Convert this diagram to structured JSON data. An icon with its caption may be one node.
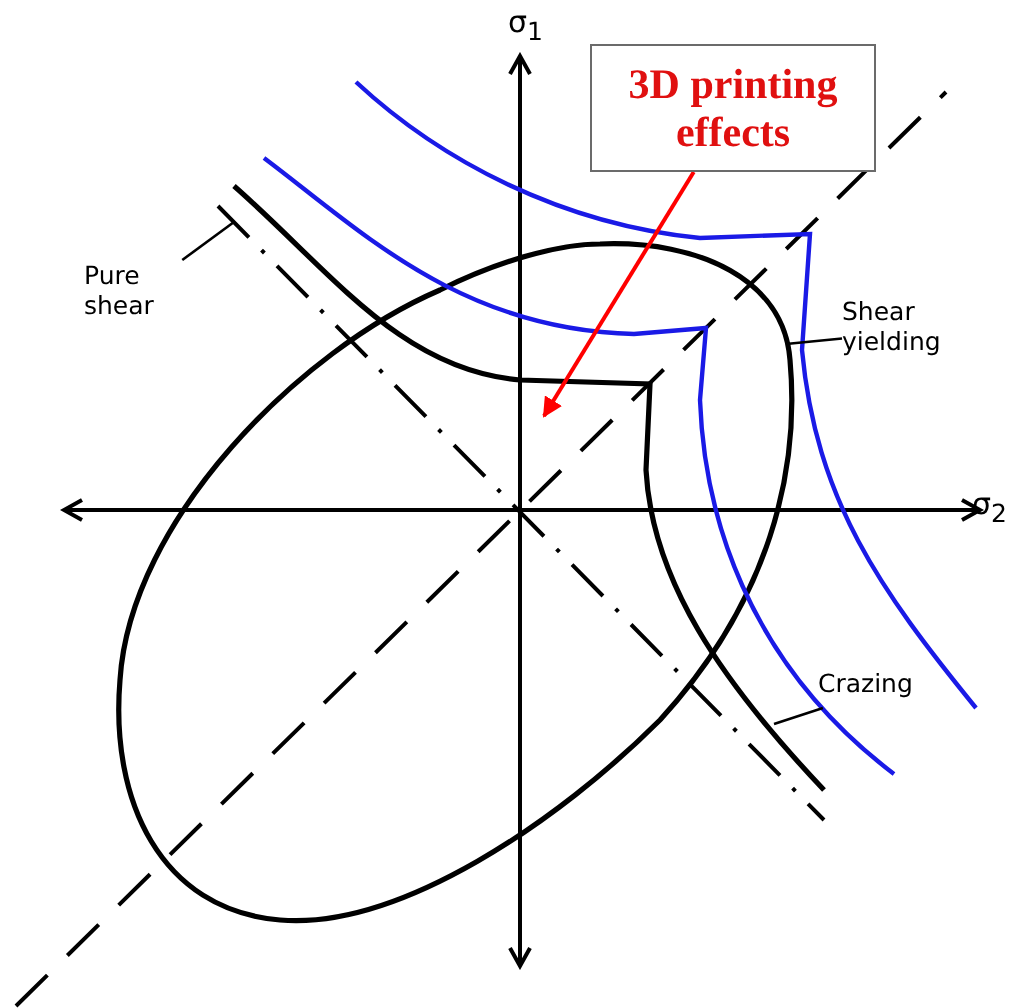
{
  "diagram": {
    "nodes": [
      {
        "text": [
          "3D printing effects"
        ]
      },
      {
        "text": [
          "Pure shear"
        ]
      },
      {
        "text": [
          "Shear yielding"
        ]
      },
      {
        "text": [
          "Crazing"
        ]
      }
    ],
    "edges": [
      {
        "from": 0,
        "to": null,
        "arrow": "to",
        "color": "#ff0000"
      },
      {
        "from": 1,
        "to": null,
        "arrow": "none"
      },
      {
        "from": 2,
        "to": null,
        "arrow": "none"
      },
      {
        "from": 3,
        "to": null,
        "arrow": "none"
      }
    ],
    "labels": [
      "σ$_{1}$",
      "σ$_{2}$"
    ]
  }
}
